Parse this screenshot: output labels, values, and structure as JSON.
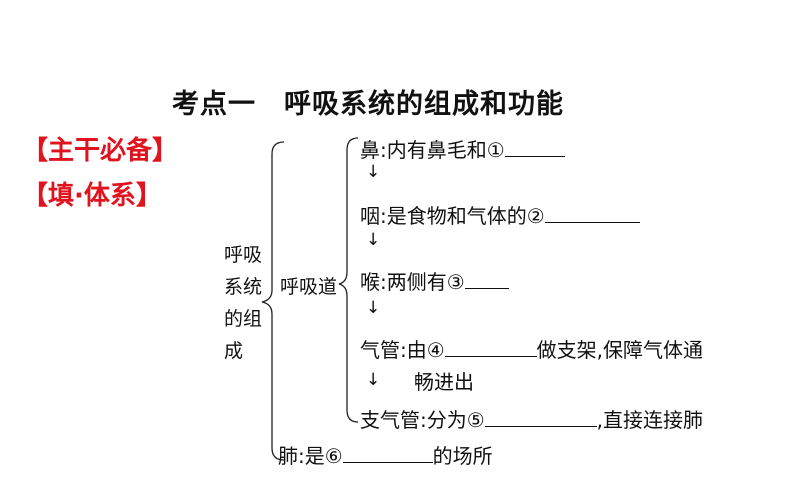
{
  "title": "考点一　呼吸系统的组成和功能",
  "section_labels": [
    "【主干必备】",
    "【填·体系】"
  ],
  "system_label_lines": [
    "呼吸",
    "系统",
    "的组",
    "成"
  ],
  "respiratory_tract_label": "呼吸道",
  "tract_items": [
    {
      "prefix": "鼻:内有鼻毛和①",
      "suffix": ""
    },
    {
      "prefix": "咽:是食物和气体的②",
      "suffix": ""
    },
    {
      "prefix": "喉:两侧有③",
      "suffix": ""
    },
    {
      "prefix": "气管:由④",
      "suffix": "做支架,保障气体通",
      "continuation": "畅进出"
    },
    {
      "prefix": "支气管:分为⑤",
      "suffix": ",直接连接肺"
    }
  ],
  "lung_item": {
    "prefix": "肺:是⑥",
    "suffix": "的场所"
  },
  "arrow_glyph": "↓"
}
